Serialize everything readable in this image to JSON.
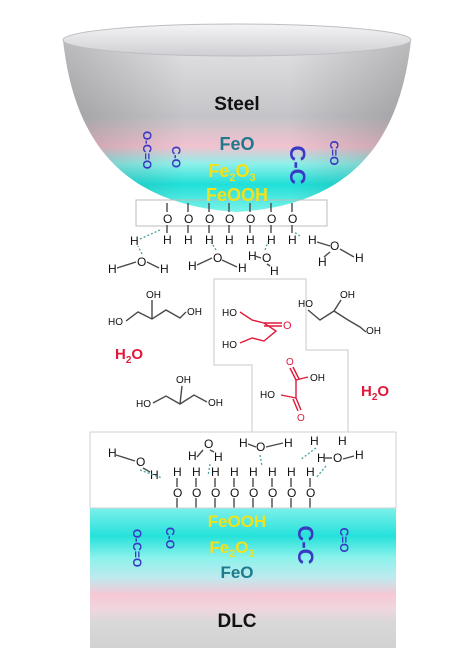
{
  "labels": {
    "steel": "Steel",
    "dlc": "DLC",
    "feo_top": "FeO",
    "fe2o3_top": "Fe",
    "fe2o3_sub": "2",
    "fe2o3_end": "O",
    "fe2o3_sub2": "3",
    "feooh_top": "FeOOH",
    "feooh_bottom": "FeOOH",
    "fe2o3_bottom": "Fe",
    "fe2o3_bottom_sub": "2",
    "fe2o3_bottom_end": "O",
    "fe2o3_bottom_sub2": "3",
    "feo_bottom": "FeO",
    "water_left": "H",
    "water_left_sub": "2",
    "water_left_end": "O",
    "water_right": "H",
    "water_right_sub": "2",
    "water_right_end": "O",
    "ocono": "O-C=O",
    "co": "C-O",
    "cc": "C-C",
    "c_eq_o": "C=O"
  },
  "atoms": {
    "h": "H",
    "o": "O",
    "ho": "HO",
    "oh": "OH"
  },
  "colors": {
    "fe_oxide_text": "#1e7a8c",
    "fe2o3_text": "#f2e21b",
    "feooh_text": "#f2e21b",
    "water_red": "#e0193a",
    "bond_blue": "#3a39c4",
    "molecule_red": "#e0193a",
    "cyan": "#33e6e0",
    "pink": "#f7c9d6",
    "steel_gray": "#c9c9cb",
    "dlc_gray": "#d6d6d6"
  },
  "icons": [
    "water-molecule",
    "glycerol-molecule",
    "dihydroxyacetone-molecule",
    "oxalic-acid-molecule"
  ]
}
